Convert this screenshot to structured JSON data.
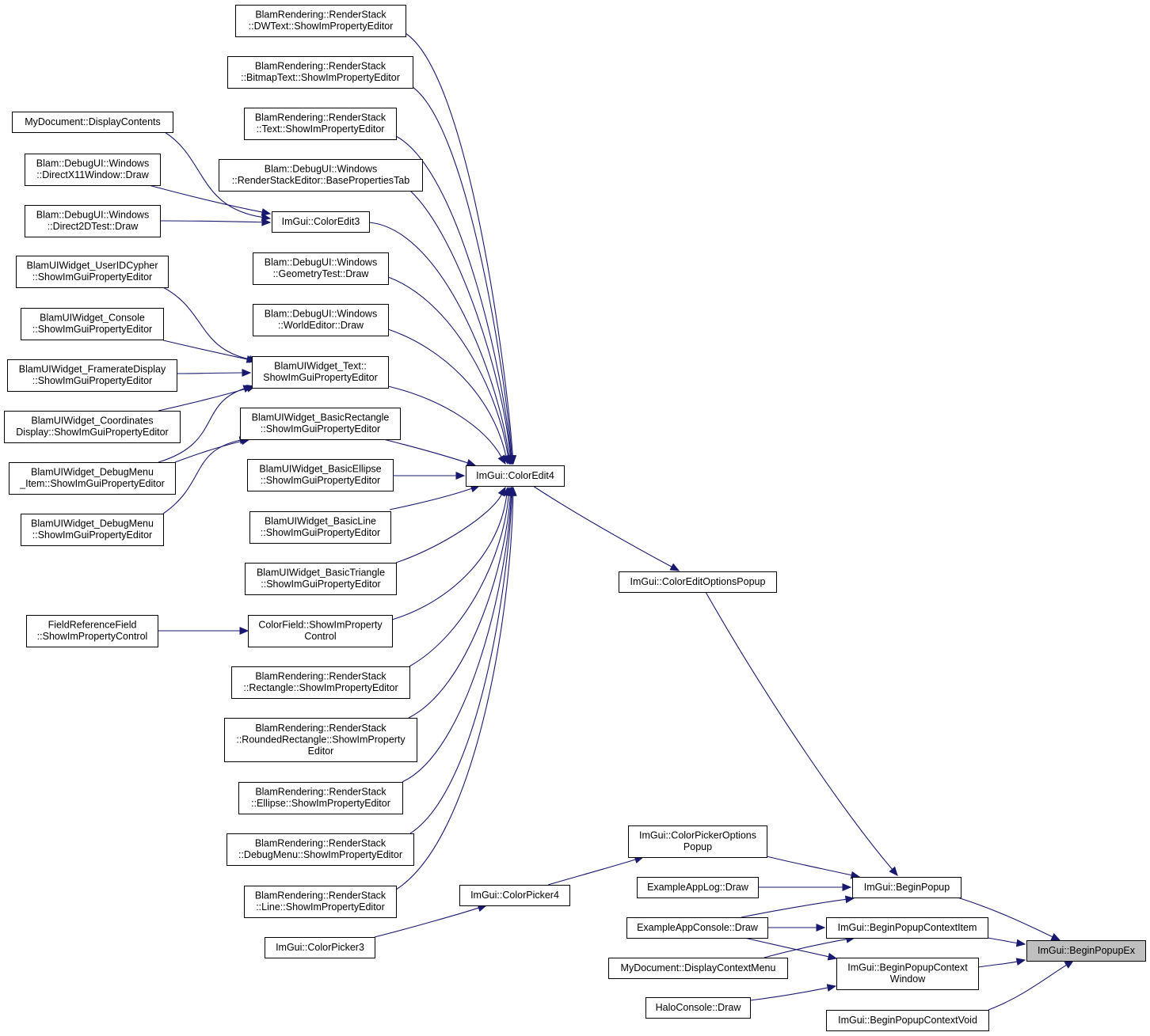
{
  "diagram": {
    "kind": "call-graph",
    "colors": {
      "edge": "#191970",
      "node_border": "#000000",
      "node_fill": "#ffffff",
      "focus_node_fill": "#bfbfbf"
    },
    "nodes": [
      {
        "id": "dwtext",
        "lines": [
          "BlamRendering::RenderStack",
          "::DWText::ShowImPropertyEditor"
        ]
      },
      {
        "id": "bitmaptext",
        "lines": [
          "BlamRendering::RenderStack",
          "::BitmapText::ShowImPropertyEditor"
        ]
      },
      {
        "id": "rstext",
        "lines": [
          "BlamRendering::RenderStack",
          "::Text::ShowImPropertyEditor"
        ]
      },
      {
        "id": "baseprops",
        "lines": [
          "Blam::DebugUI::Windows",
          "::RenderStackEditor::BasePropertiesTab"
        ]
      },
      {
        "id": "mydoc_display",
        "lines": [
          "MyDocument::DisplayContents"
        ]
      },
      {
        "id": "dx11",
        "lines": [
          "Blam::DebugUI::Windows",
          "::DirectX11Window::Draw"
        ]
      },
      {
        "id": "d2d",
        "lines": [
          "Blam::DebugUI::Windows",
          "::Direct2DTest::Draw"
        ]
      },
      {
        "id": "coloredit3",
        "lines": [
          "ImGui::ColorEdit3"
        ]
      },
      {
        "id": "geomtest",
        "lines": [
          "Blam::DebugUI::Windows",
          "::GeometryTest::Draw"
        ]
      },
      {
        "id": "worldeditor",
        "lines": [
          "Blam::DebugUI::Windows",
          "::WorldEditor::Draw"
        ]
      },
      {
        "id": "useridcypher",
        "lines": [
          "BlamUIWidget_UserIDCypher",
          "::ShowImGuiPropertyEditor"
        ]
      },
      {
        "id": "console",
        "lines": [
          "BlamUIWidget_Console",
          "::ShowImGuiPropertyEditor"
        ]
      },
      {
        "id": "framerate",
        "lines": [
          "BlamUIWidget_FramerateDisplay",
          "::ShowImGuiPropertyEditor"
        ]
      },
      {
        "id": "coords",
        "lines": [
          "BlamUIWidget_Coordinates",
          "Display::ShowImGuiPropertyEditor"
        ]
      },
      {
        "id": "debugmenu_item",
        "lines": [
          "BlamUIWidget_DebugMenu",
          "_Item::ShowImGuiPropertyEditor"
        ]
      },
      {
        "id": "debugmenu_w",
        "lines": [
          "BlamUIWidget_DebugMenu",
          "::ShowImGuiPropertyEditor"
        ]
      },
      {
        "id": "uitext",
        "lines": [
          "BlamUIWidget_Text::",
          "ShowImGuiPropertyEditor"
        ]
      },
      {
        "id": "basicrect",
        "lines": [
          "BlamUIWidget_BasicRectangle",
          "::ShowImGuiPropertyEditor"
        ]
      },
      {
        "id": "basicellipse",
        "lines": [
          "BlamUIWidget_BasicEllipse",
          "::ShowImGuiPropertyEditor"
        ]
      },
      {
        "id": "basicline",
        "lines": [
          "BlamUIWidget_BasicLine",
          "::ShowImGuiPropertyEditor"
        ]
      },
      {
        "id": "basictri",
        "lines": [
          "BlamUIWidget_BasicTriangle",
          "::ShowImGuiPropertyEditor"
        ]
      },
      {
        "id": "fieldref",
        "lines": [
          "FieldReferenceField",
          "::ShowImPropertyControl"
        ]
      },
      {
        "id": "colorfield",
        "lines": [
          "ColorField::ShowImProperty",
          "Control"
        ]
      },
      {
        "id": "rsrect",
        "lines": [
          "BlamRendering::RenderStack",
          "::Rectangle::ShowImPropertyEditor"
        ]
      },
      {
        "id": "rsrounded",
        "lines": [
          "BlamRendering::RenderStack",
          "::RoundedRectangle::ShowImProperty",
          "Editor"
        ]
      },
      {
        "id": "rsellipse",
        "lines": [
          "BlamRendering::RenderStack",
          "::Ellipse::ShowImPropertyEditor"
        ]
      },
      {
        "id": "rsdebugmenu",
        "lines": [
          "BlamRendering::RenderStack",
          "::DebugMenu::ShowImPropertyEditor"
        ]
      },
      {
        "id": "rsline",
        "lines": [
          "BlamRendering::RenderStack",
          "::Line::ShowImPropertyEditor"
        ]
      },
      {
        "id": "coloredit4",
        "lines": [
          "ImGui::ColorEdit4"
        ]
      },
      {
        "id": "coloreditoptions",
        "lines": [
          "ImGui::ColorEditOptionsPopup"
        ]
      },
      {
        "id": "colorpickeroptions",
        "lines": [
          "ImGui::ColorPickerOptions",
          "Popup"
        ]
      },
      {
        "id": "applog",
        "lines": [
          "ExampleAppLog::Draw"
        ]
      },
      {
        "id": "colorpicker4",
        "lines": [
          "ImGui::ColorPicker4"
        ]
      },
      {
        "id": "colorpicker3",
        "lines": [
          "ImGui::ColorPicker3"
        ]
      },
      {
        "id": "appconsole",
        "lines": [
          "ExampleAppConsole::Draw"
        ]
      },
      {
        "id": "mydoc_ctx",
        "lines": [
          "MyDocument::DisplayContextMenu"
        ]
      },
      {
        "id": "haloconsole",
        "lines": [
          "HaloConsole::Draw"
        ]
      },
      {
        "id": "beginpopup",
        "lines": [
          "ImGui::BeginPopup"
        ]
      },
      {
        "id": "ctxitem",
        "lines": [
          "ImGui::BeginPopupContextItem"
        ]
      },
      {
        "id": "ctxwindow",
        "lines": [
          "ImGui::BeginPopupContext",
          "Window"
        ]
      },
      {
        "id": "ctxvoid",
        "lines": [
          "ImGui::BeginPopupContextVoid"
        ]
      },
      {
        "id": "beginpopupex",
        "lines": [
          "ImGui::BeginPopupEx"
        ],
        "focus": true
      }
    ],
    "edges": [
      {
        "from": "dwtext",
        "to": "coloredit4"
      },
      {
        "from": "bitmaptext",
        "to": "coloredit4"
      },
      {
        "from": "rstext",
        "to": "coloredit4"
      },
      {
        "from": "baseprops",
        "to": "coloredit4"
      },
      {
        "from": "coloredit3",
        "to": "coloredit4"
      },
      {
        "from": "geomtest",
        "to": "coloredit4"
      },
      {
        "from": "worldeditor",
        "to": "coloredit4"
      },
      {
        "from": "uitext",
        "to": "coloredit4"
      },
      {
        "from": "basicrect",
        "to": "coloredit4"
      },
      {
        "from": "basicellipse",
        "to": "coloredit4"
      },
      {
        "from": "basicline",
        "to": "coloredit4"
      },
      {
        "from": "basictri",
        "to": "coloredit4"
      },
      {
        "from": "colorfield",
        "to": "coloredit4"
      },
      {
        "from": "rsrect",
        "to": "coloredit4"
      },
      {
        "from": "rsrounded",
        "to": "coloredit4"
      },
      {
        "from": "rsellipse",
        "to": "coloredit4"
      },
      {
        "from": "rsdebugmenu",
        "to": "coloredit4"
      },
      {
        "from": "rsline",
        "to": "coloredit4"
      },
      {
        "from": "mydoc_display",
        "to": "coloredit3"
      },
      {
        "from": "dx11",
        "to": "coloredit3"
      },
      {
        "from": "d2d",
        "to": "coloredit3"
      },
      {
        "from": "useridcypher",
        "to": "uitext"
      },
      {
        "from": "console",
        "to": "uitext"
      },
      {
        "from": "framerate",
        "to": "uitext"
      },
      {
        "from": "coords",
        "to": "uitext"
      },
      {
        "from": "debugmenu_item",
        "to": "uitext"
      },
      {
        "from": "debugmenu_item",
        "to": "basicrect"
      },
      {
        "from": "debugmenu_w",
        "to": "basicrect"
      },
      {
        "from": "fieldref",
        "to": "colorfield"
      },
      {
        "from": "coloredit4",
        "to": "coloreditoptions"
      },
      {
        "from": "coloreditoptions",
        "to": "beginpopup"
      },
      {
        "from": "colorpickeroptions",
        "to": "beginpopup"
      },
      {
        "from": "applog",
        "to": "beginpopup"
      },
      {
        "from": "appconsole",
        "to": "beginpopup"
      },
      {
        "from": "colorpicker4",
        "to": "colorpickeroptions"
      },
      {
        "from": "colorpicker3",
        "to": "colorpicker4"
      },
      {
        "from": "appconsole",
        "to": "ctxitem"
      },
      {
        "from": "appconsole",
        "to": "ctxwindow"
      },
      {
        "from": "mydoc_ctx",
        "to": "ctxitem"
      },
      {
        "from": "haloconsole",
        "to": "ctxwindow"
      },
      {
        "from": "beginpopup",
        "to": "beginpopupex"
      },
      {
        "from": "ctxitem",
        "to": "beginpopupex"
      },
      {
        "from": "ctxwindow",
        "to": "beginpopupex"
      },
      {
        "from": "ctxvoid",
        "to": "beginpopupex"
      }
    ]
  }
}
